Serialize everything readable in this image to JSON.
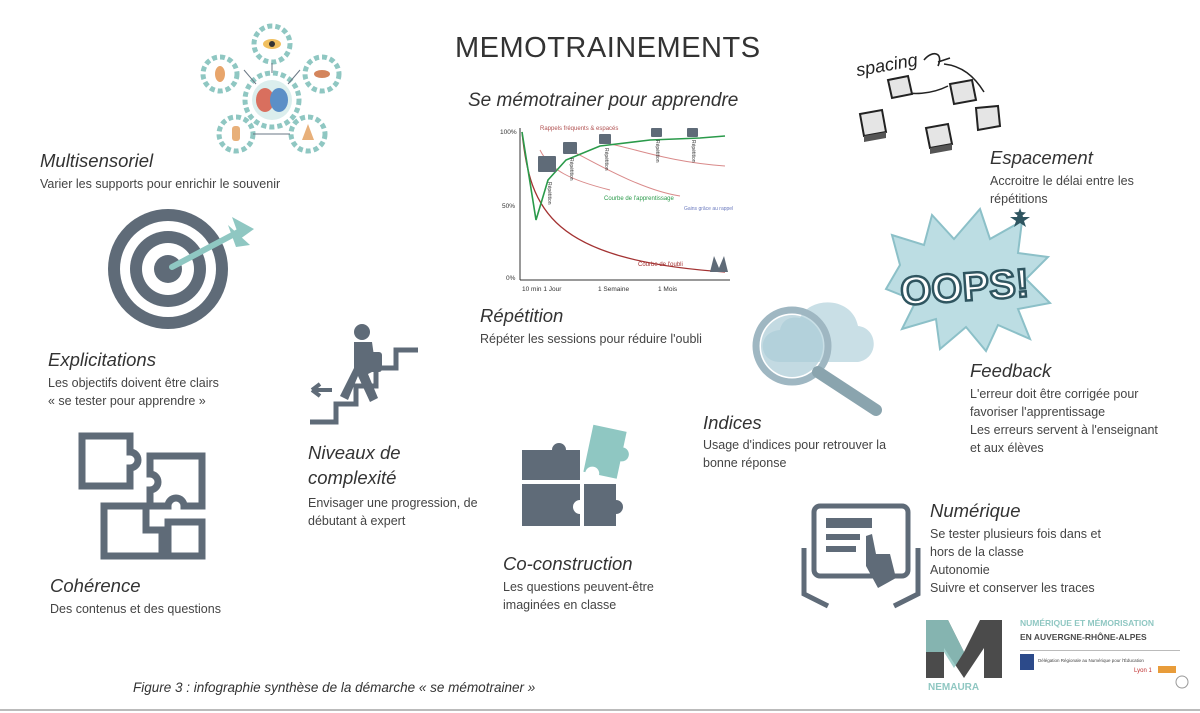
{
  "title": "MEMOTRAINEMENTS",
  "subtitle": "Se mémotrainer pour apprendre",
  "caption": "Figure 3 : infographie synthèse de la démarche « se mémotrainer »",
  "colors": {
    "slate": "#5f6b78",
    "teal": "#8fc7c2",
    "text": "#3d3d3d",
    "red": "#a33232",
    "green": "#2a9a4a"
  },
  "sections": {
    "multisensoriel": {
      "heading": "Multisensoriel",
      "lines": [
        "Varier les supports pour enrichir le souvenir"
      ]
    },
    "explicitations": {
      "heading": "Explicitations",
      "lines": [
        "Les objectifs doivent être clairs",
        "« se tester pour apprendre »"
      ]
    },
    "coherence": {
      "heading": "Cohérence",
      "lines": [
        "Des contenus et des questions"
      ]
    },
    "niveaux": {
      "heading_lines": [
        "Niveaux de",
        "complexité"
      ],
      "lines": [
        "Envisager une progression, de",
        "débutant à expert"
      ]
    },
    "repetition": {
      "heading": "Répétition",
      "lines": [
        "Répéter les sessions pour réduire l'oubli"
      ]
    },
    "coconstruction": {
      "heading": "Co-construction",
      "lines": [
        "Les questions peuvent-être",
        "imaginées en classe"
      ]
    },
    "indices": {
      "heading": "Indices",
      "lines": [
        "Usage d'indices pour retrouver la",
        "bonne réponse"
      ]
    },
    "espacement": {
      "heading": "Espacement",
      "lines": [
        "Accroitre le délai entre les",
        "répétitions"
      ]
    },
    "feedback": {
      "heading": "Feedback",
      "lines": [
        "L'erreur doit être corrigée pour",
        "favoriser l'apprentissage",
        "Les erreurs servent à l'enseignant",
        "et aux élèves"
      ]
    },
    "numerique": {
      "heading": "Numérique",
      "lines": [
        "Se tester plusieurs fois dans et",
        "hors de la classe",
        "Autonomie",
        "Suivre et conserver les traces"
      ]
    }
  },
  "illustrations": {
    "spacing_word": "spacing",
    "oops_word": "OOPS!",
    "chart": {
      "y_ticks": [
        "100%",
        "50%",
        "0%"
      ],
      "x_ticks": [
        "10 min 1 Jour",
        "1 Semaine",
        "1 Mois"
      ],
      "label_rappels": "Rappels fréquents & espacés",
      "label_apprentissage": "Courbe de l'apprentissage",
      "label_oubli": "Courbe de l'oubli",
      "label_gain": "Gains grâce au rappel",
      "marker_label": "Répétition"
    },
    "logo": {
      "name": "NEMAURA",
      "line1": "NUMÉRIQUE ET MÉMORISATION",
      "line2": "EN AUVERGNE-RHÔNE-ALPES",
      "small": "Délégation Régionale au Numérique pour l'Éducation",
      "partner": "Lyon 1"
    }
  }
}
